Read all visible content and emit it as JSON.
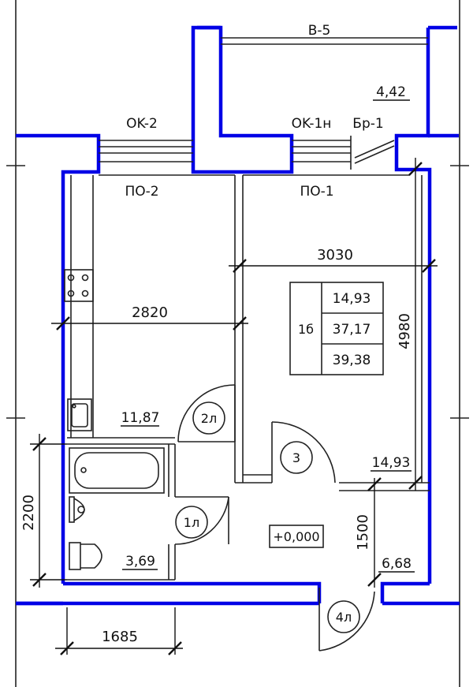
{
  "labels": {
    "balcony_code": "B-5",
    "balcony_area": "4,42",
    "window_kitchen": "OK-2",
    "window_room": "OK-1н",
    "balcony_door": "Бр-1",
    "sill_kitchen": "ПО-2",
    "sill_room": "ПО-1",
    "room_width": "3030",
    "kitchen_width": "2820",
    "room_depth": "4980",
    "bath_height": "2200",
    "hall_depth": "1500",
    "bath_width": "1685",
    "kitchen_area": "11,87",
    "room_area": "14,93",
    "bath_area": "3,69",
    "hall_area": "6,68",
    "level_mark": "+0,000"
  },
  "area_table": {
    "apartment_type": "1б",
    "living_area": "14,93",
    "useful_area": "37,17",
    "total_area": "39,38"
  },
  "doors": {
    "door_1": "1л",
    "door_2": "2л",
    "door_3": "3",
    "door_4": "4л"
  },
  "colors": {
    "wall": "#0000e6",
    "line": "#222222"
  }
}
